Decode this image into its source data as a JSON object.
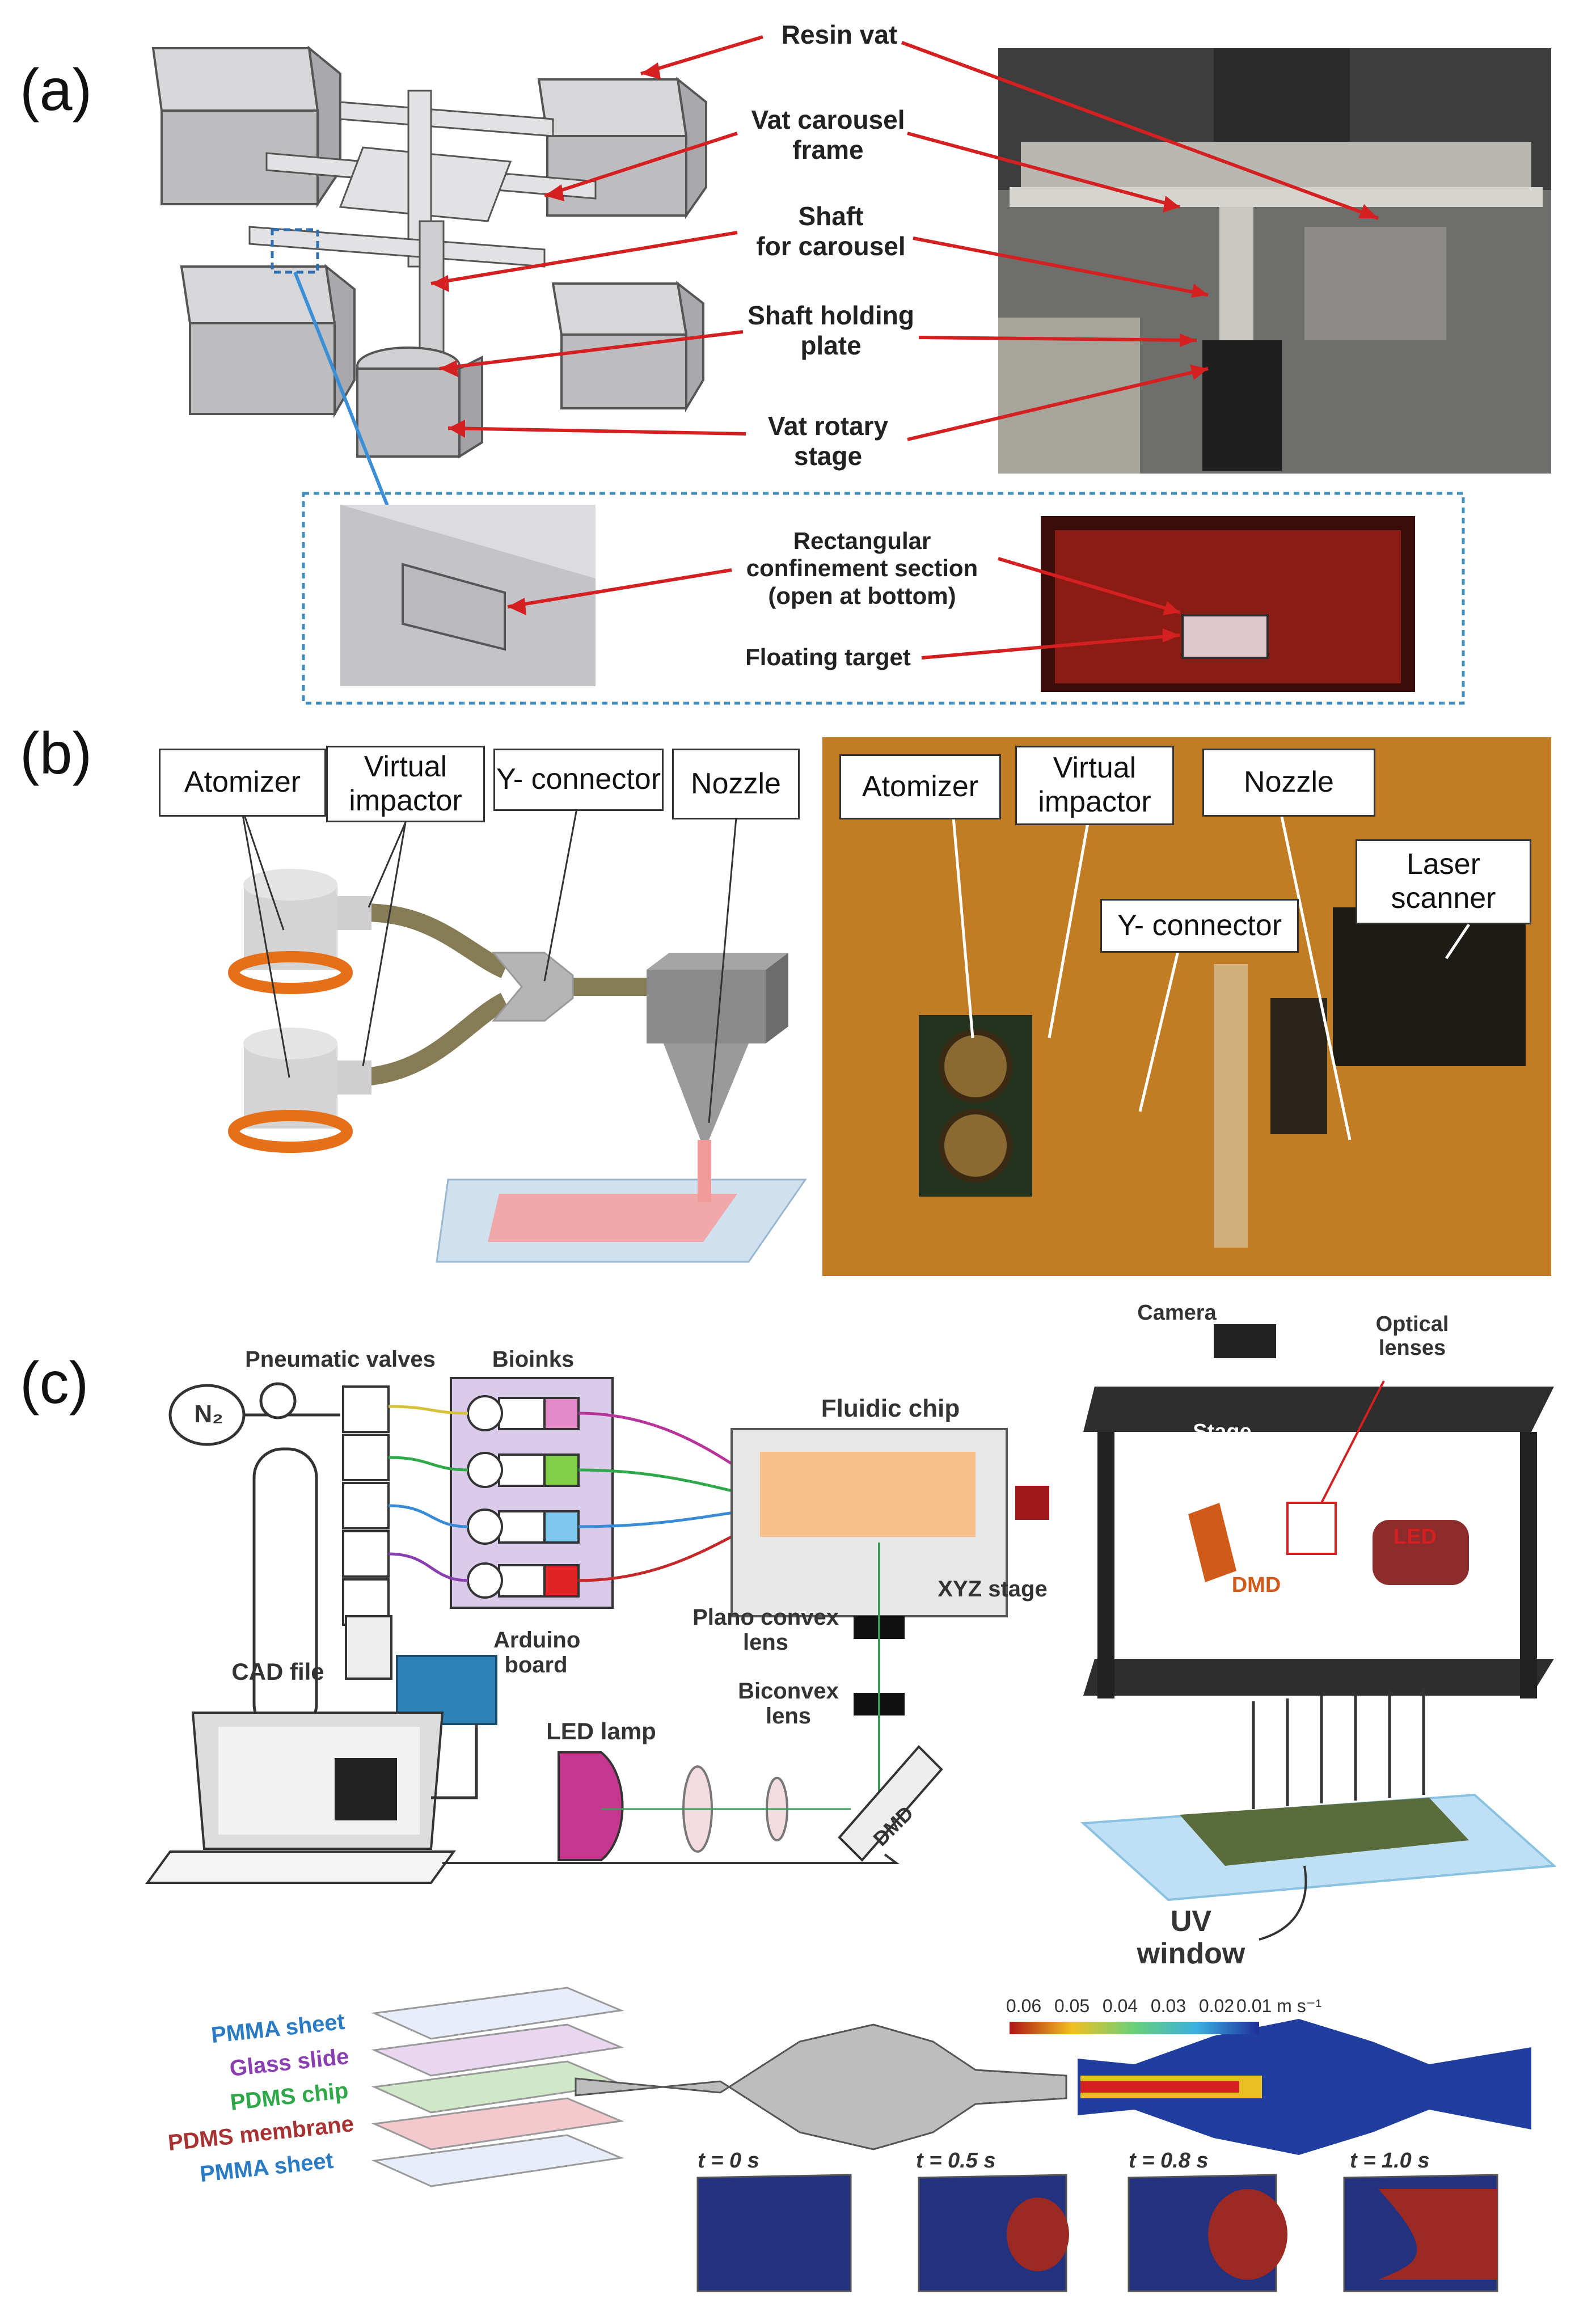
{
  "panels": {
    "a": "(a)",
    "b": "(b)",
    "c": "(c)"
  },
  "panel_a": {
    "labels": {
      "resin_vat": "Resin vat",
      "vat_carousel_frame": "Vat carousel\nframe",
      "shaft_for_carousel": "Shaft\nfor carousel",
      "shaft_holding_plate": "Shaft holding\nplate",
      "vat_rotary_stage": "Vat rotary\nstage",
      "rect_confinement": "Rectangular\nconfinement section\n(open at bottom)",
      "floating_target": "Floating target"
    }
  },
  "panel_b": {
    "schematic": {
      "atomizer": "Atomizer",
      "virtual_impactor": "Virtual\nimpactor",
      "y_connector": "Y- connector",
      "nozzle": "Nozzle"
    },
    "photo": {
      "atomizer": "Atomizer",
      "virtual_impactor": "Virtual\nimpactor",
      "nozzle": "Nozzle",
      "laser_scanner": "Laser\nscanner",
      "y_connector": "Y- connector"
    }
  },
  "panel_c": {
    "labels": {
      "pneumatic_valves": "Pneumatic valves",
      "bioinks": "Bioinks",
      "n2": "N₂",
      "fluidic_chip": "Fluidic chip",
      "xyz_stage": "XYZ stage",
      "plano_convex": "Plano convex\nlens",
      "biconvex": "Biconvex\nlens",
      "arduino": "Arduino\nboard",
      "cad_file": "CAD file",
      "led_lamp": "LED lamp",
      "dmd": "DMD",
      "camera": "Camera",
      "optical_lenses": "Optical\nlenses",
      "stage": "Stage",
      "led": "LED",
      "dmd_rig": "DMD",
      "uv_window": "UV\nwindow"
    },
    "layers": [
      {
        "label": "PMMA sheet",
        "color": "#2a7bc4"
      },
      {
        "label": "Glass slide",
        "color": "#8a3fb0"
      },
      {
        "label": "PDMS chip",
        "color": "#2fa84a"
      },
      {
        "label": "PDMS membrane",
        "color": "#a83232"
      },
      {
        "label": "PMMA sheet",
        "color": "#2a7bc4"
      }
    ],
    "colorbar": {
      "ticks": [
        "0.06",
        "0.05",
        "0.04",
        "0.03",
        "0.02",
        "0.01 m s⁻¹"
      ]
    },
    "times": [
      "t = 0 s",
      "t = 0.5 s",
      "t = 0.8 s",
      "t = 1.0 s"
    ]
  }
}
